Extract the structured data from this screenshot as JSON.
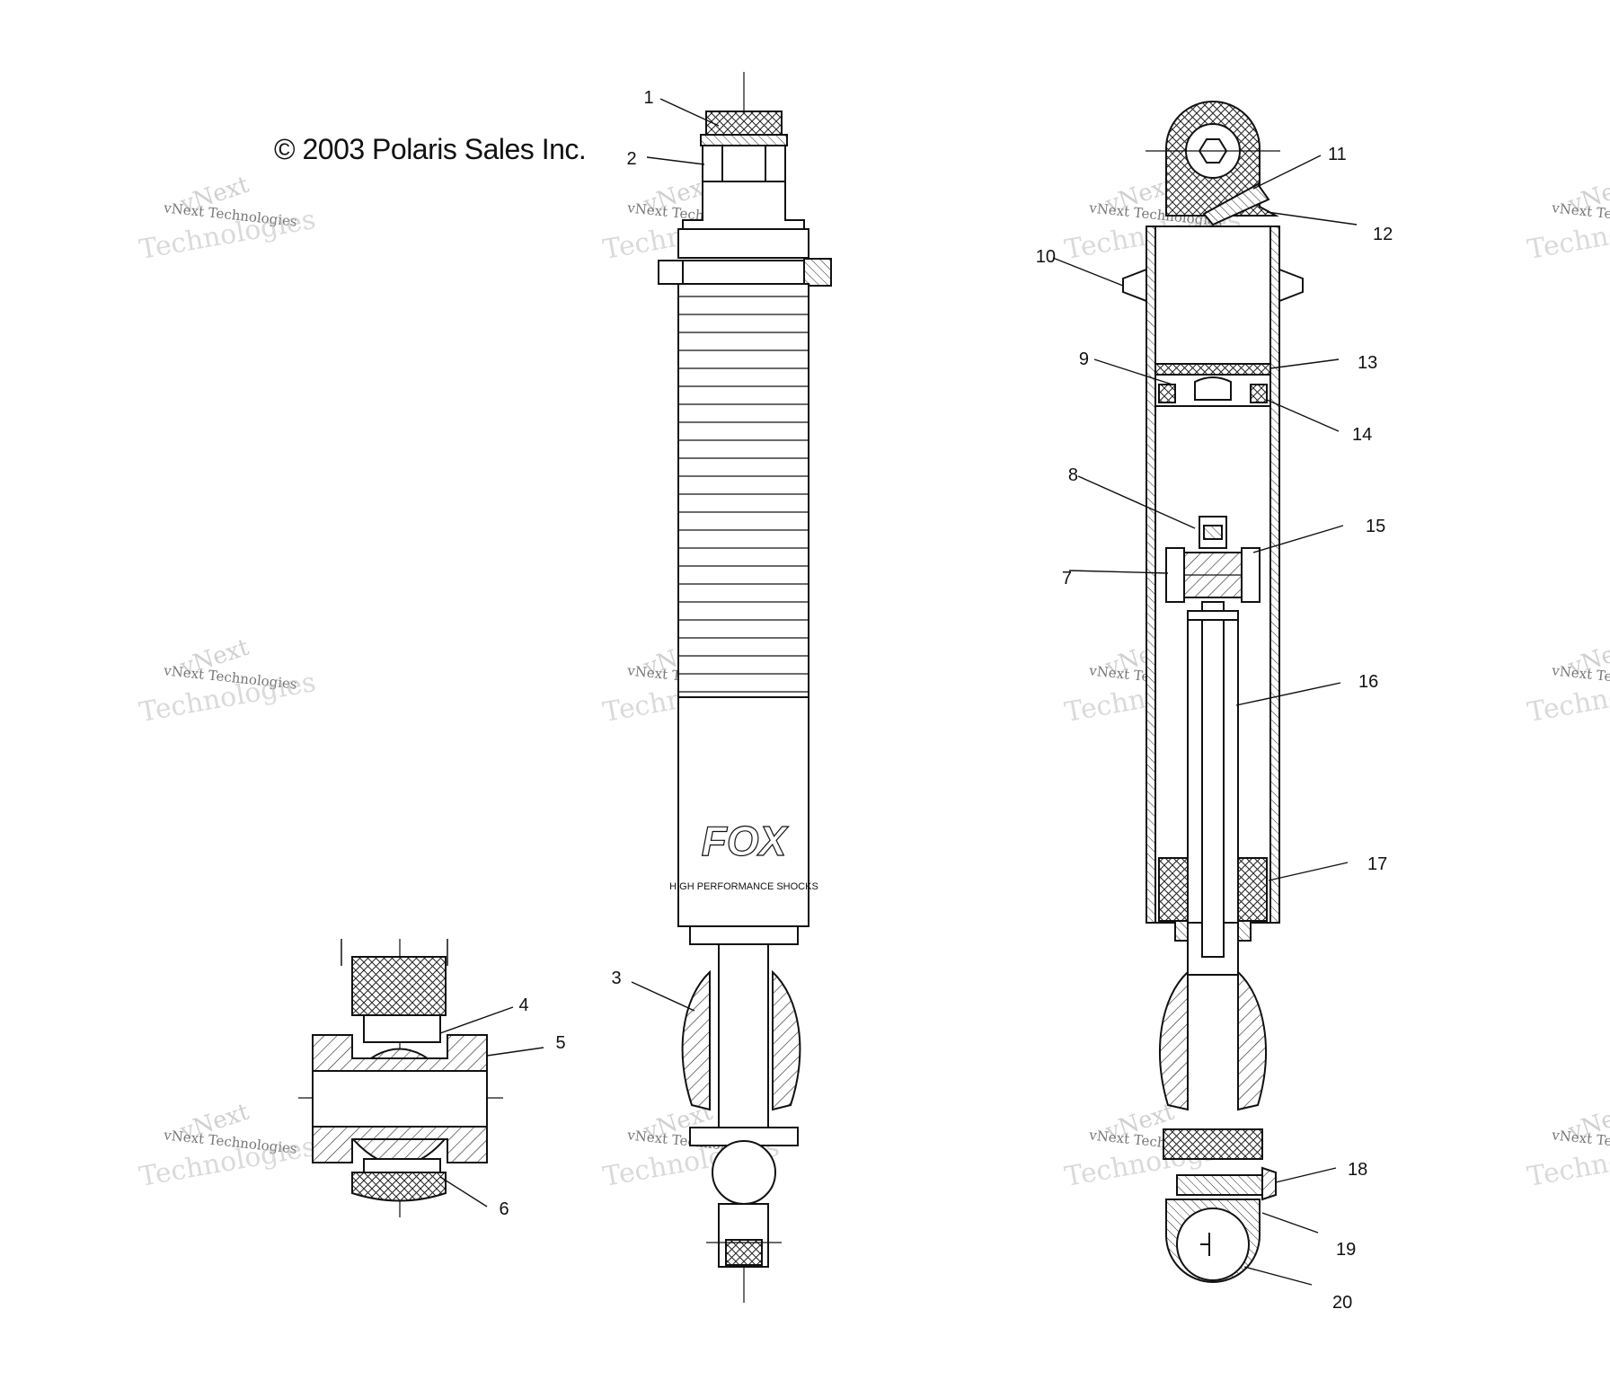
{
  "copyright": "© 2003 Polaris Sales Inc.",
  "watermark": {
    "brand": "vNext",
    "line": "vNext Technologies",
    "word": "Technologies"
  },
  "label_text": {
    "brand": "FOX",
    "tagline": "HIGH PERFORMANCE SHOCKS"
  },
  "callouts": [
    {
      "number": "1"
    },
    {
      "number": "2"
    },
    {
      "number": "3"
    },
    {
      "number": "4"
    },
    {
      "number": "5"
    },
    {
      "number": "6"
    },
    {
      "number": "7"
    },
    {
      "number": "8"
    },
    {
      "number": "9"
    },
    {
      "number": "10"
    },
    {
      "number": "11"
    },
    {
      "number": "12"
    },
    {
      "number": "13"
    },
    {
      "number": "14"
    },
    {
      "number": "15"
    },
    {
      "number": "16"
    },
    {
      "number": "17"
    },
    {
      "number": "18"
    },
    {
      "number": "19"
    },
    {
      "number": "20"
    }
  ]
}
